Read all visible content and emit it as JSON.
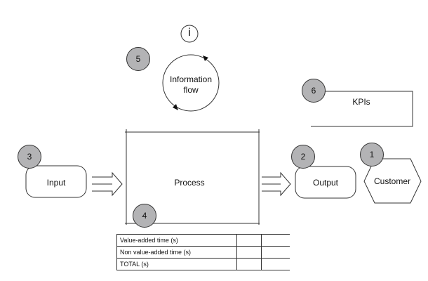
{
  "info_icon_glyph": "i",
  "information_flow": {
    "line1": "Information",
    "line2": "flow"
  },
  "kpis_label": "KPIs",
  "input_label": "Input",
  "process_label": "Process",
  "output_label": "Output",
  "customer_label": "Customer",
  "badges": {
    "b1": "1",
    "b2": "2",
    "b3": "3",
    "b4": "4",
    "b5": "5",
    "b6": "6"
  },
  "time_table": {
    "rows": [
      "Value-added time (s)",
      "Non value-added time (s)",
      "TOTAL (s)"
    ]
  },
  "colors": {
    "badge_fill": "#b3b3b5",
    "stroke": "#333333"
  }
}
